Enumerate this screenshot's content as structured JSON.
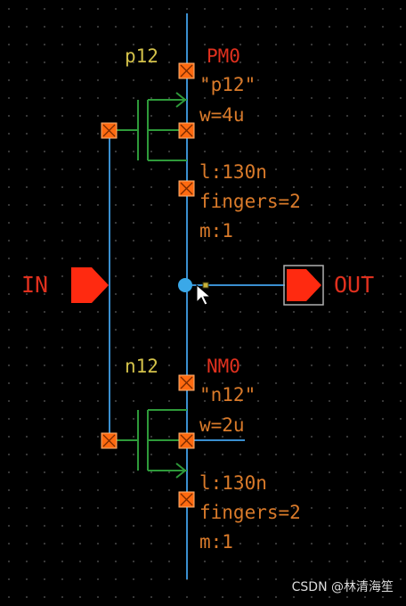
{
  "schematic": {
    "pmos": {
      "model": "p12",
      "instance": "PM0",
      "model_quoted": "\"p12\"",
      "width": "w=4u",
      "length": "l:130n",
      "fingers": "fingers=2",
      "multiplier": "m:1"
    },
    "nmos": {
      "model": "n12",
      "instance": "NM0",
      "model_quoted": "\"n12\"",
      "width": "w=2u",
      "length": "l:130n",
      "fingers": "fingers=2",
      "multiplier": "m:1"
    },
    "pins": {
      "input": "IN",
      "output": "OUT"
    }
  },
  "watermark": "CSDN @林清海笙",
  "colors": {
    "wire": "#3a8fd0",
    "device": "#2e9a3a",
    "pin": "#ff2a10",
    "terminal": "#ff6a10",
    "label_yellow": "#d4c24a",
    "label_orange": "#d97a2a",
    "instance_red": "#e0301e"
  },
  "icons": {
    "cursor": "mouse-pointer-icon",
    "terminal": "terminal-square-icon"
  }
}
